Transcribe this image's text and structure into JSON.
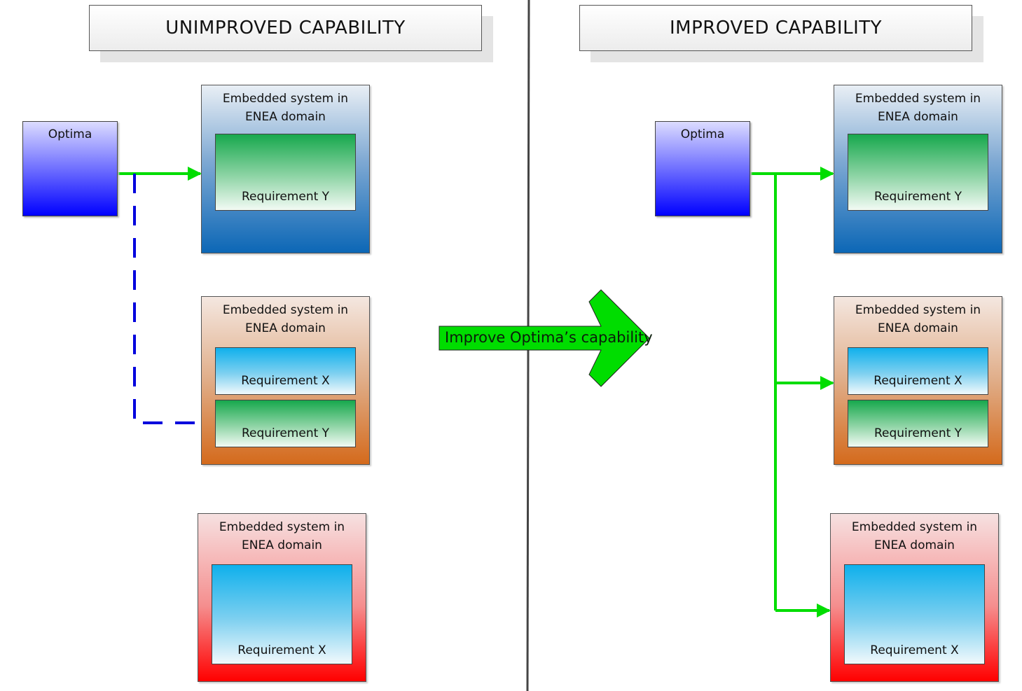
{
  "titles": {
    "left": "UNIMPROVED CAPABILITY",
    "right": "IMPROVED CAPABILITY"
  },
  "optima_label": "Optima",
  "system_title": "Embedded system in\nENEA domain",
  "requirements": {
    "x": "Requirement X",
    "y": "Requirement Y"
  },
  "transition_label": "Improve Optima’s capability",
  "colors": {
    "green_connector": "#00dd00",
    "blue_dashed_connector": "#0000dd",
    "divider": "#444444"
  }
}
